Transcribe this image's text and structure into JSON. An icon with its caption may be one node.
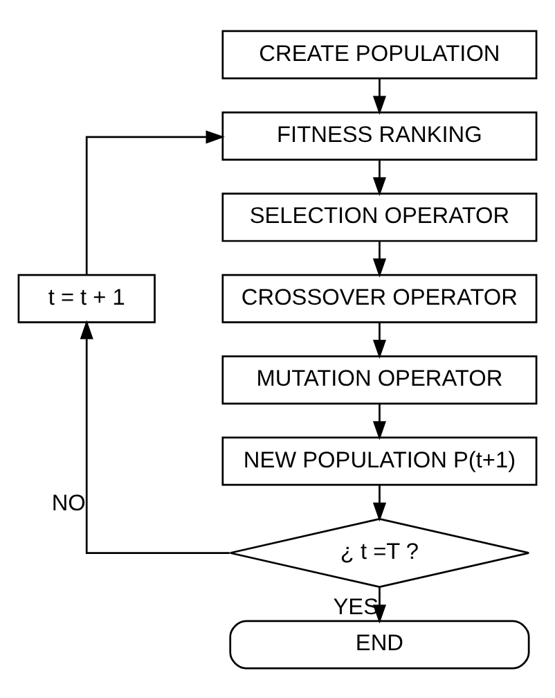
{
  "diagram": {
    "nodes": [
      {
        "text": [
          "CREATE POPULATION"
        ]
      },
      {
        "text": [
          "FITNESS RANKING"
        ]
      },
      {
        "text": [
          "SELECTION OPERATOR"
        ]
      },
      {
        "text": [
          "CROSSOVER OPERATOR"
        ]
      },
      {
        "text": [
          "MUTATION OPERATOR"
        ]
      },
      {
        "text": [
          "NEW POPULATION P(t+1)"
        ]
      },
      {
        "text": [
          "¿ t =T ?"
        ]
      },
      {
        "text": [
          "END"
        ]
      },
      {
        "text": [
          "t = t + 1"
        ]
      }
    ],
    "edges": [
      {
        "from": 0,
        "to": 1,
        "arrow": "to"
      },
      {
        "from": 1,
        "to": 2,
        "arrow": "to"
      },
      {
        "from": 2,
        "to": 3,
        "arrow": "to"
      },
      {
        "from": 3,
        "to": 4,
        "arrow": "to"
      },
      {
        "from": 4,
        "to": 5,
        "arrow": "to"
      },
      {
        "from": 5,
        "to": 6,
        "arrow": "to"
      },
      {
        "from": 6,
        "to": 7,
        "arrow": "to",
        "label": "YES"
      },
      {
        "from": 6,
        "to": 8,
        "arrow": "to",
        "label": "NO"
      },
      {
        "from": 8,
        "to": 1,
        "arrow": "to"
      }
    ]
  }
}
